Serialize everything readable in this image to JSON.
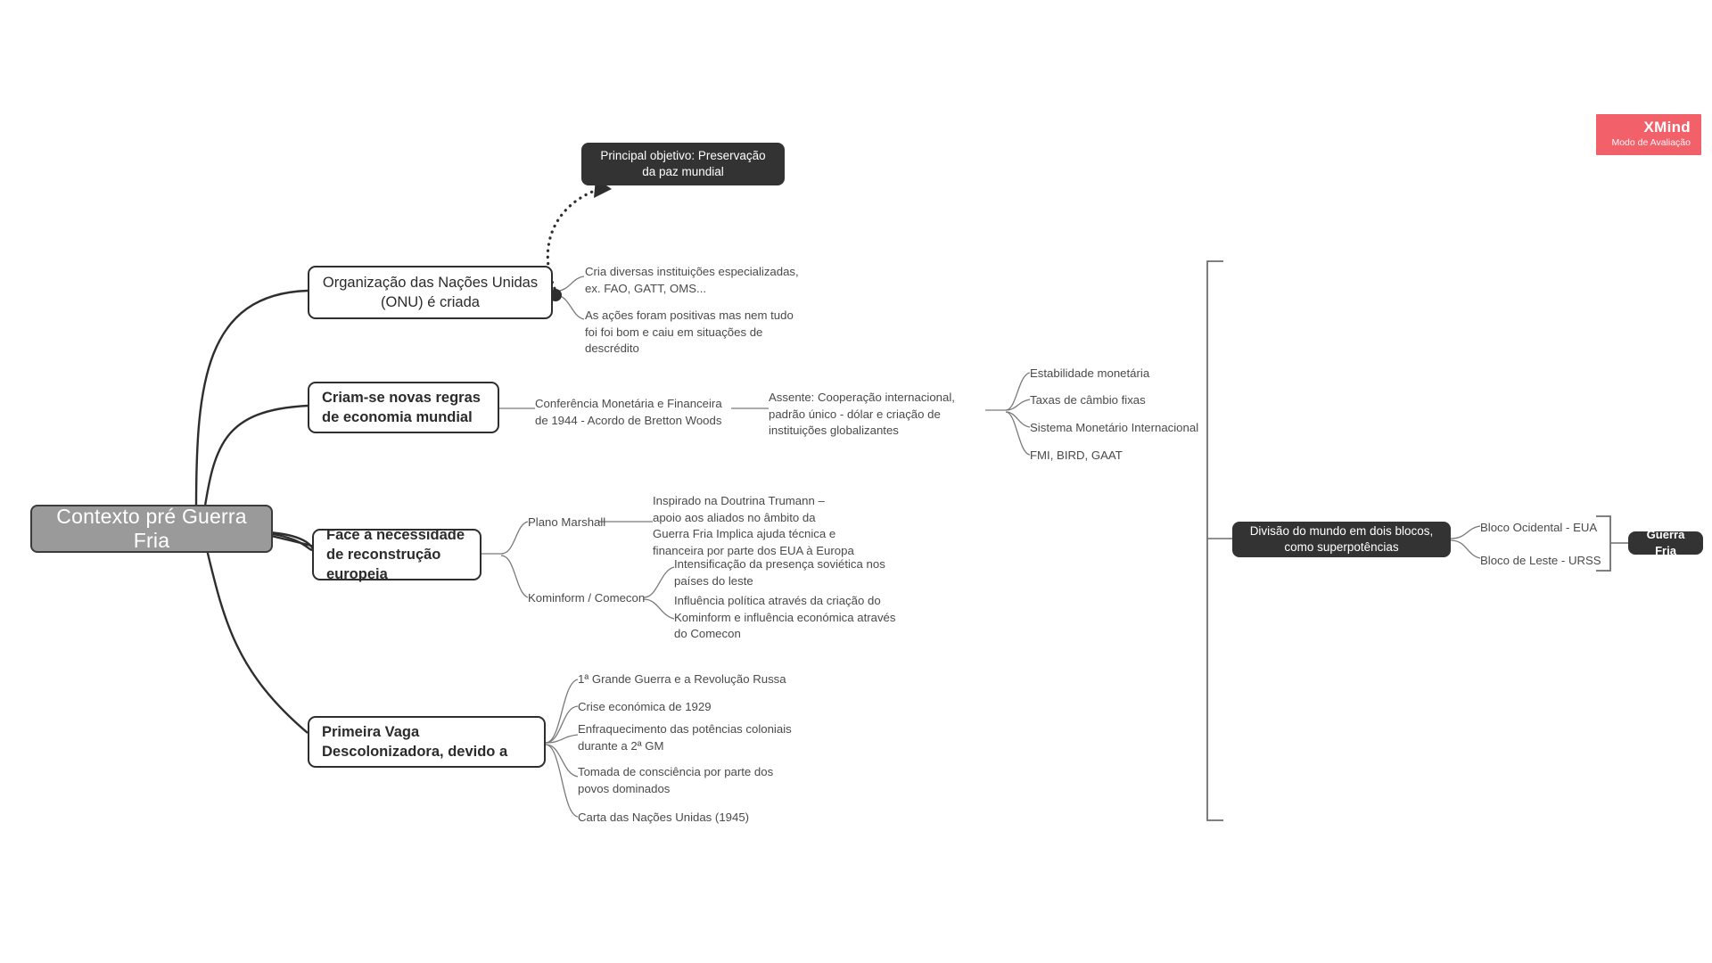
{
  "app": {
    "watermark_title": "XMind",
    "watermark_subtitle": "Modo de Avaliação",
    "watermark_color": "#f2606a",
    "background_color": "#ffffff"
  },
  "mindmap": {
    "root": {
      "label": "Contexto pré Guerra Fria",
      "fill": "#9a9a9a",
      "text_color": "#ffffff"
    },
    "callout": {
      "label": "Principal objetivo: Preservação da paz mundial",
      "fill": "#333333",
      "text_color": "#ffffff"
    },
    "branches": [
      {
        "label": "Organização das Nações Unidas (ONU) é criada",
        "bold": false,
        "children": [
          {
            "label": "Cria diversas instituições especializadas, ex. FAO, GATT, OMS..."
          },
          {
            "label": "As ações foram positivas mas nem tudo foi foi bom e caiu em situações de descrédito"
          }
        ]
      },
      {
        "label": "Criam-se novas regras de economia mundial",
        "bold": true,
        "children": [
          {
            "label": "Conferência Monetária e Financeira de 1944 - Acordo de Bretton Woods",
            "children": [
              {
                "label": "Assente: Cooperação internacional, padrão único - dólar e criação de instituições globalizantes",
                "children": [
                  {
                    "label": "Estabilidade monetária"
                  },
                  {
                    "label": "Taxas de câmbio fixas"
                  },
                  {
                    "label": "Sistema Monetário Internacional"
                  },
                  {
                    "label": "FMI, BIRD, GAAT"
                  }
                ]
              }
            ]
          }
        ]
      },
      {
        "label": "Face à necessidade de reconstrução europeia",
        "bold": true,
        "children": [
          {
            "label": "Plano Marshall",
            "children": [
              {
                "label": "Inspirado na Doutrina Trumann – apoio aos aliados no âmbito da Guerra Fria Implica ajuda técnica e financeira por parte dos EUA à Europa"
              }
            ]
          },
          {
            "label": "Kominform / Comecon",
            "children": [
              {
                "label": "Intensificação da presença soviética nos países do leste"
              },
              {
                "label": "Influência política através da criação do Kominform e influência económica através do Comecon"
              }
            ]
          }
        ]
      },
      {
        "label": "Primeira Vaga Descolonizadora, devido a",
        "bold": true,
        "children": [
          {
            "label": "1ª Grande Guerra e a Revolução Russa"
          },
          {
            "label": "Crise económica de 1929"
          },
          {
            "label": "Enfraquecimento das potências coloniais durante a 2ª GM"
          },
          {
            "label": "Tomada de consciência por parte dos povos dominados"
          },
          {
            "label": "Carta das Nações Unidas (1945)"
          }
        ]
      }
    ],
    "summary": {
      "label": "Divisão do mundo em dois blocos, como superpotências",
      "fill": "#333333",
      "text_color": "#ffffff",
      "children": [
        {
          "label": "Bloco Ocidental - EUA"
        },
        {
          "label": "Bloco de Leste - URSS"
        }
      ],
      "summary_label": "Guerra Fria",
      "summary_fill": "#333333"
    }
  }
}
